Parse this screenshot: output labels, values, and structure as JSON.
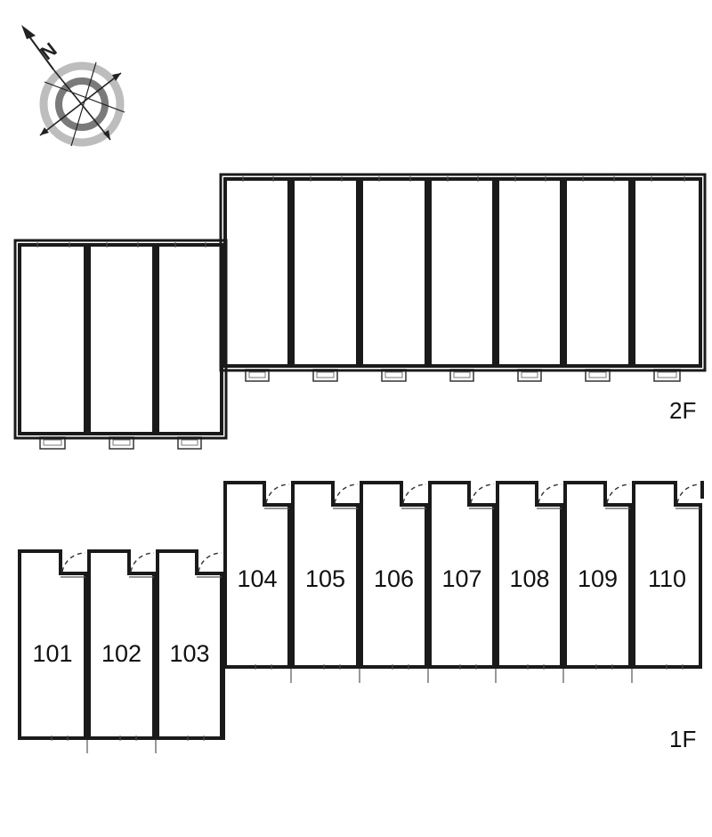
{
  "floors": [
    {
      "id": "2F",
      "label": "2F",
      "units": [
        "",
        "",
        "",
        "",
        "",
        "",
        "",
        "",
        "",
        ""
      ]
    },
    {
      "id": "1F",
      "label": "1F",
      "units": [
        "101",
        "102",
        "103",
        "104",
        "105",
        "106",
        "107",
        "108",
        "109",
        "110"
      ]
    }
  ],
  "compass": {
    "icon": "north-arrow-compass-icon",
    "label": "N",
    "ring_colors": [
      "#bdbdbd",
      "#7a7a7a"
    ]
  },
  "colors": {
    "wall": "#1a1a1a",
    "background": "#ffffff"
  }
}
